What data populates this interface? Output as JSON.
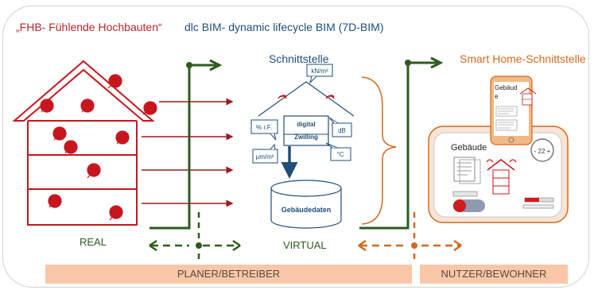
{
  "header": {
    "left_title": "„FHB- Fühlende Hochbauten“",
    "mid_title": "dlc BIM- dynamic lifecycle BIM (7D-BIM)"
  },
  "labels": {
    "schnittstelle": "Schnittstelle",
    "smart_home": "Smart Home-Schnittstelle",
    "real": "REAL",
    "virtual": "VIRTUAL"
  },
  "twin": {
    "top_unit": "kN/m²",
    "center_line1": "digital",
    "center_line2": "Zwilling",
    "left_unit": "% r.F.",
    "right_unit": "dB",
    "bottom_left_unit": "µm/m²",
    "bottom_right_unit": "°C",
    "database": "Gebäudedaten"
  },
  "smart": {
    "phone_line1": "Gebäud",
    "phone_line2": "e",
    "tablet_title": "Gebäude",
    "thermostat": "- 22 +"
  },
  "bands": {
    "left": "PLANER/BETREIBER",
    "right": "NUTZER/BEWOHNER"
  },
  "colors": {
    "red": "#c8161e",
    "dark_red": "#9b1b20",
    "green": "#2e5b1e",
    "orange": "#d2691e",
    "navy": "#1f4e79",
    "band": "#f9c7a7"
  }
}
